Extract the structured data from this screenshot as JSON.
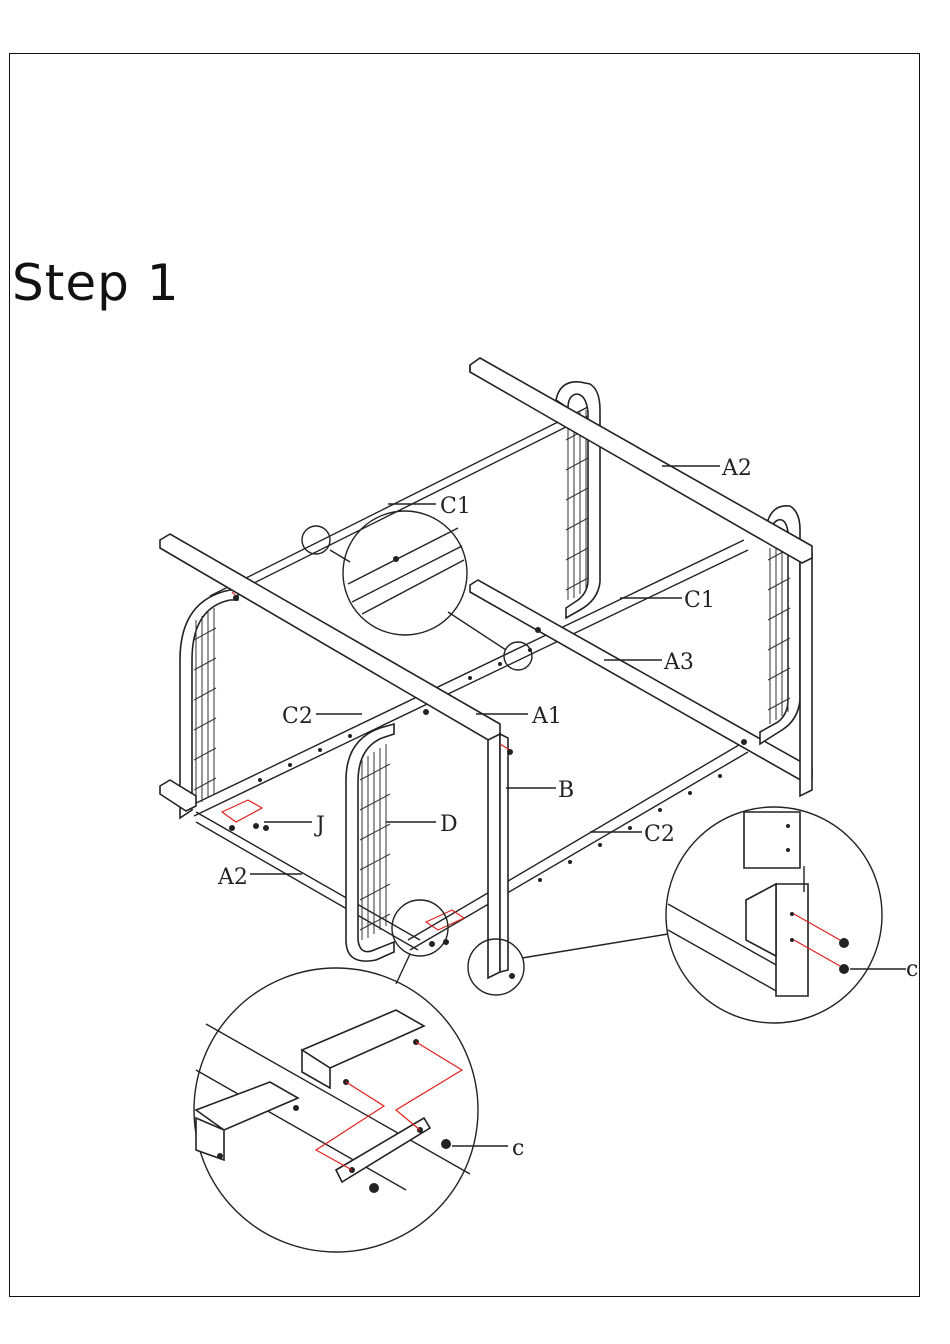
{
  "title": "Step 1",
  "labels": {
    "a2_top": "A2",
    "c1_top": "C1",
    "c1_right": "C1",
    "a3": "A3",
    "c2_left": "C2",
    "a1": "A1",
    "b": "B",
    "j": "J",
    "d": "D",
    "c2_right": "C2",
    "a2_bottom": "A2",
    "c_right": "c",
    "c_bottom": "c"
  },
  "colors": {
    "line": "#222222",
    "accent": "#e0201c"
  }
}
